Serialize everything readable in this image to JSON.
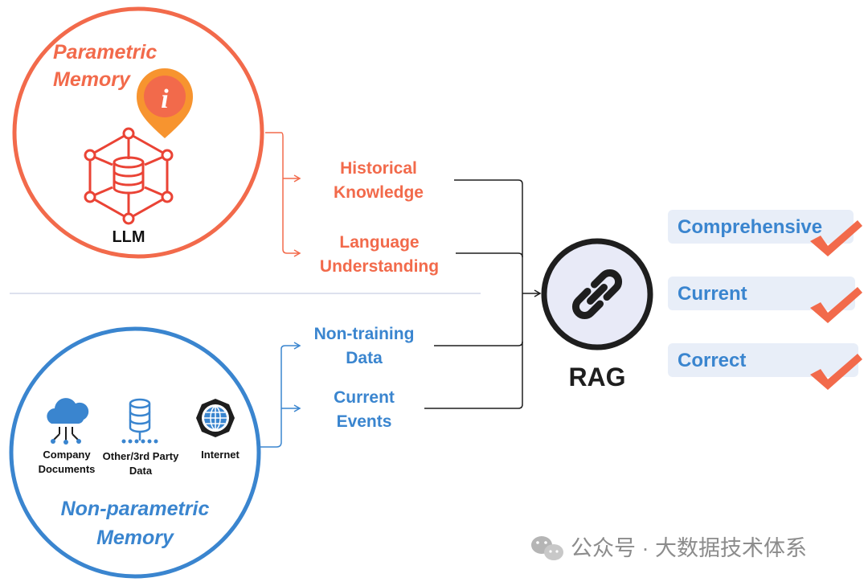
{
  "parametric": {
    "title_line1": "Parametric",
    "title_line2": "Memory",
    "llm_label": "LLM",
    "info_icon": "info-pin-icon"
  },
  "non_parametric": {
    "title_line1": "Non-parametric",
    "title_line2": "Memory",
    "sources": [
      {
        "icon": "cloud-network-icon",
        "line1": "Company",
        "line2": "Documents"
      },
      {
        "icon": "database-icon",
        "line1": "Other/3rd Party",
        "line2": "Data"
      },
      {
        "icon": "globe-icon",
        "line1": "Internet",
        "line2": ""
      }
    ]
  },
  "middle": {
    "historical": {
      "line1": "Historical",
      "line2": "Knowledge"
    },
    "language": {
      "line1": "Language",
      "line2": "Understanding"
    },
    "nontraining": {
      "line1": "Non-training",
      "line2": "Data"
    },
    "events": {
      "line1": "Current",
      "line2": "Events"
    }
  },
  "rag": {
    "label": "RAG",
    "icon": "link-chain-icon"
  },
  "results": [
    {
      "label": "Comprehensive"
    },
    {
      "label": "Current"
    },
    {
      "label": "Correct"
    }
  ],
  "watermark": {
    "text": "公众号 · 大数据技术体系",
    "icon": "wechat-icon"
  },
  "colors": {
    "orange": "#f26a4b",
    "blue": "#3a85cf",
    "dark": "#1e1e1e",
    "pill": "#e8eef8"
  }
}
